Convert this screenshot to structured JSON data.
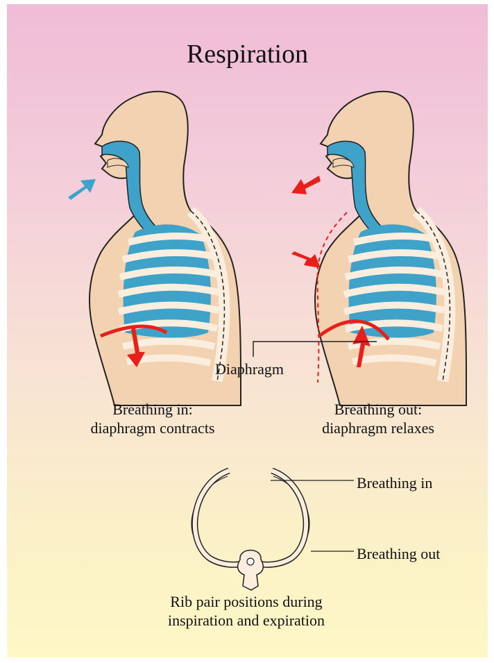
{
  "title": "Respiration",
  "figures": {
    "inhale_caption_line1": "Breathing in:",
    "inhale_caption_line2": "diaphragm contracts",
    "exhale_caption_line1": "Breathing out:",
    "exhale_caption_line2": "diaphragm relaxes",
    "diaphragm_label": "Diaphragm"
  },
  "rib_diagram": {
    "label_in": "Breathing in",
    "label_out": "Breathing out",
    "caption_line1": "Rib pair positions during",
    "caption_line2": "inspiration and expiration"
  },
  "colors": {
    "skin": "#f2d2b0",
    "airway": "#3fa3c9",
    "bone": "#fbeede",
    "arrow_red": "#e8201c",
    "arrow_blue": "#3fa3c9"
  }
}
